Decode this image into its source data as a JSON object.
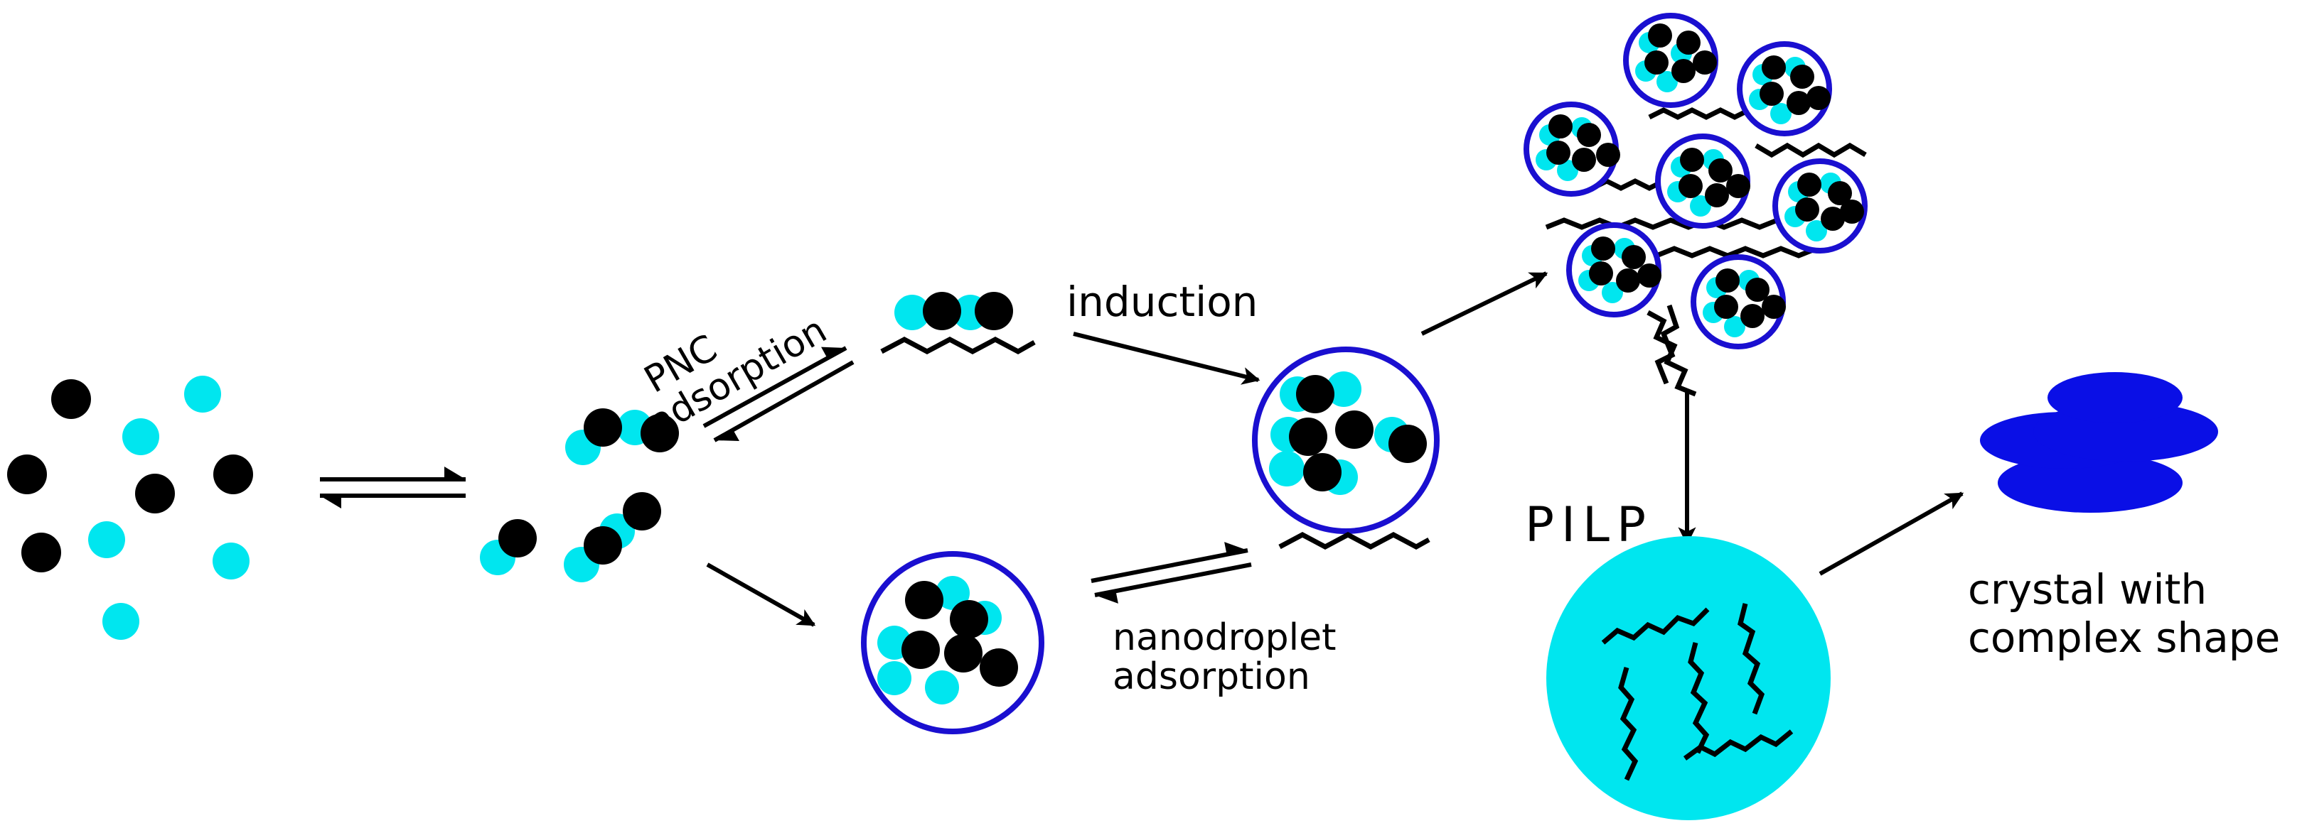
{
  "colors": {
    "ion_black": "#000000",
    "ion_cyan": "#00e6ef",
    "droplet_ring": "#1a0fd0",
    "pilp_fill": "#00e6ef",
    "crystal_fill": "#0a0fe6"
  },
  "labels": {
    "pnc_line1": "PNC",
    "pnc_line2": "adsorption",
    "induction": "induction",
    "nanodroplet_line1": "nanodroplet",
    "nanodroplet_line2": "adsorption",
    "pilp": "PILP",
    "crystal_line1": "crystal with",
    "crystal_line2": "complex shape"
  }
}
